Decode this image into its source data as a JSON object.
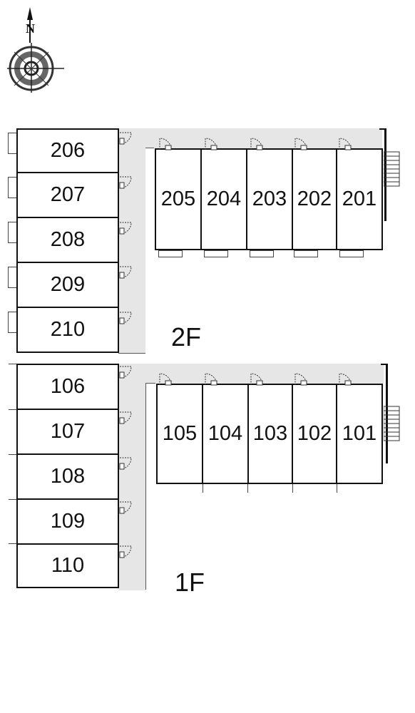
{
  "compass": {
    "north_label": "N"
  },
  "floors": [
    {
      "label": "2F",
      "left_rooms": [
        "206",
        "207",
        "208",
        "209",
        "210"
      ],
      "top_rooms": [
        "205",
        "204",
        "203",
        "202",
        "201"
      ]
    },
    {
      "label": "1F",
      "left_rooms": [
        "106",
        "107",
        "108",
        "109",
        "110"
      ],
      "top_rooms": [
        "105",
        "104",
        "103",
        "102",
        "101"
      ]
    }
  ],
  "colors": {
    "wall": "#111111",
    "corridor": "#e6e6e6",
    "background": "#ffffff"
  }
}
